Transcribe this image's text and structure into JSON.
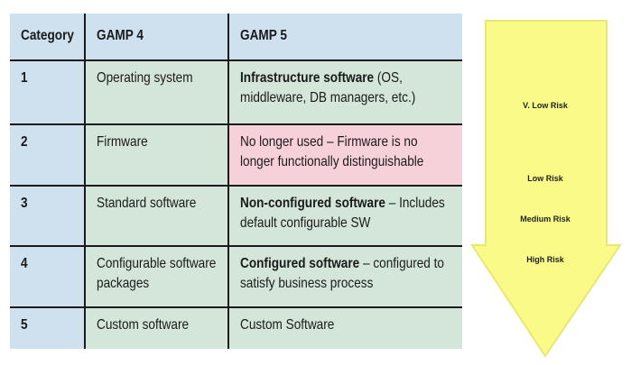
{
  "table": {
    "headers": [
      "Category",
      "GAMP 4",
      "GAMP 5"
    ],
    "rows": [
      {
        "category": "1",
        "gamp4": "Operating system",
        "gamp5_bold": "Infrastructure software",
        "gamp5_rest": " (OS, middleware, DB managers, etc.)"
      },
      {
        "category": "2",
        "gamp4": "Firmware",
        "gamp5_bold": "",
        "gamp5_rest": "No longer used – Firmware is no longer functionally distinguishable"
      },
      {
        "category": "3",
        "gamp4": "Standard software",
        "gamp5_bold": "Non-configured software",
        "gamp5_rest": " – Includes default configurable SW"
      },
      {
        "category": "4",
        "gamp4": "Configurable software packages",
        "gamp5_bold": "Configured software",
        "gamp5_rest": " – configured to satisfy business process"
      },
      {
        "category": "5",
        "gamp4": "Custom software",
        "gamp5_bold": "",
        "gamp5_rest": "Custom Software"
      }
    ]
  },
  "risk_arrow": {
    "color": "#fafa88",
    "labels": [
      "V. Low Risk",
      "Low Risk",
      "Medium Risk",
      "High Risk"
    ]
  }
}
